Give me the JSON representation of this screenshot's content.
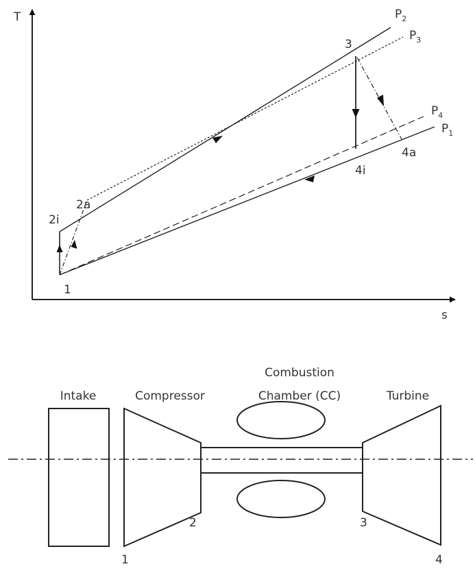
{
  "ts_diagram": {
    "axes": {
      "y_label": "T",
      "x_label": "s"
    },
    "isobars": [
      {
        "base": "P",
        "sub": "2"
      },
      {
        "base": "P",
        "sub": "3"
      },
      {
        "base": "P",
        "sub": "4"
      },
      {
        "base": "P",
        "sub": "1"
      }
    ],
    "state_points": [
      "1",
      "2i",
      "2a",
      "3",
      "4i",
      "4a"
    ]
  },
  "components": {
    "intake": "Intake",
    "compressor": "Compressor",
    "combustion_line1": "Combustion",
    "combustion_line2": "Chamber (CC)",
    "turbine": "Turbine"
  },
  "stations": [
    "1",
    "2",
    "3",
    "4"
  ]
}
